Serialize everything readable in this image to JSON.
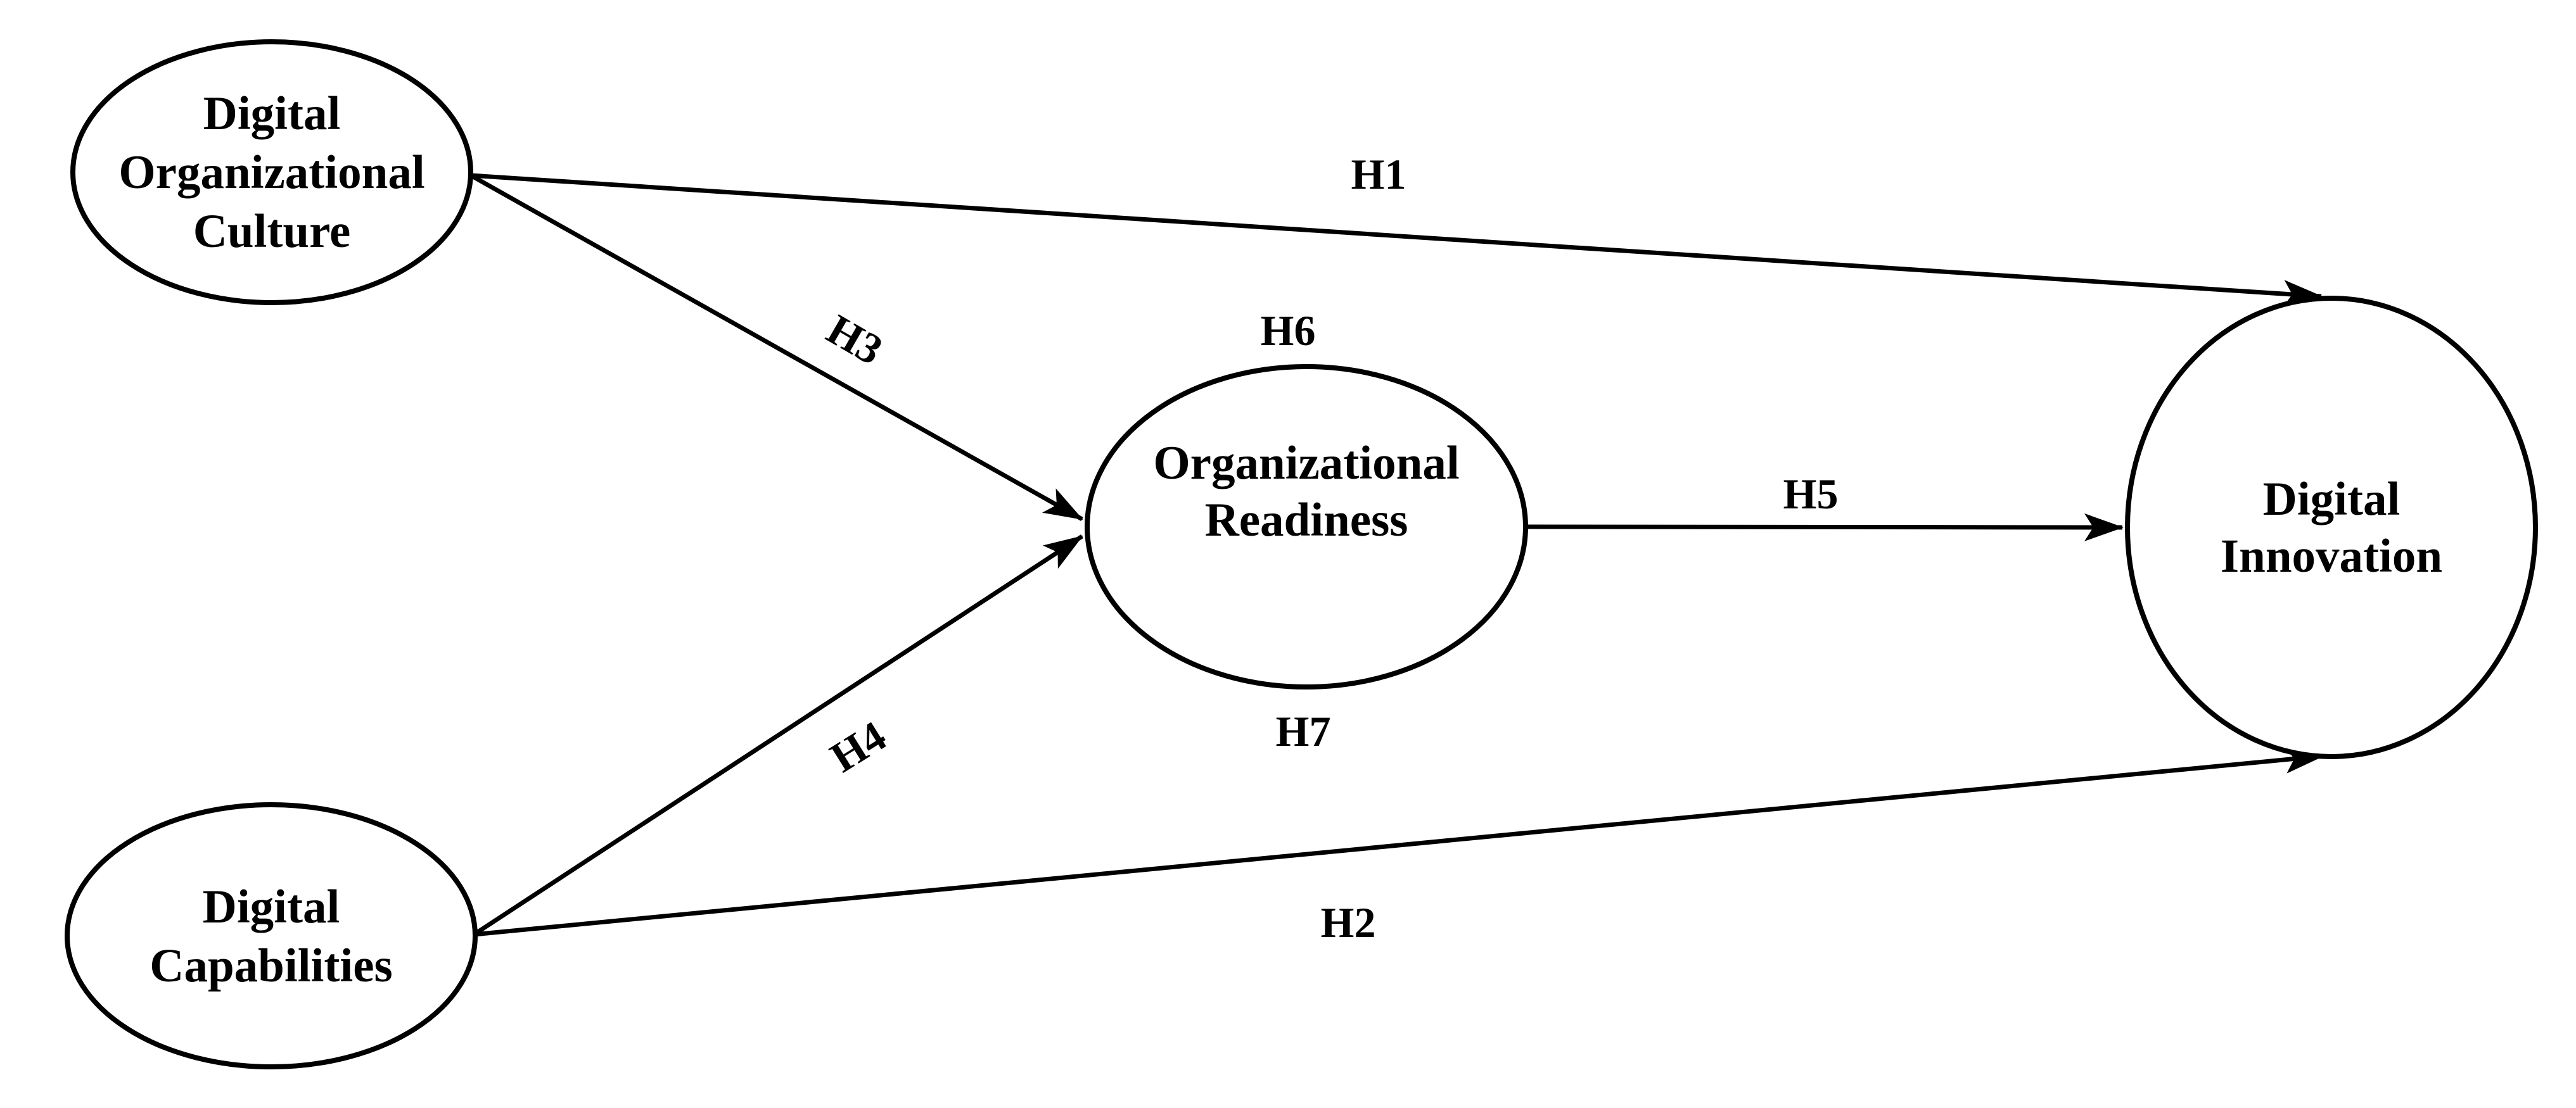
{
  "diagram": {
    "type": "hypothesis-path-model",
    "background_color": "#ffffff",
    "shape_stroke_color": "#000000",
    "text_color": "#000000",
    "nodes": [
      {
        "name": "digital-organizational-culture",
        "shape": "ellipse",
        "label_lines": [
          "Digital",
          "Organizational",
          "Culture"
        ]
      },
      {
        "name": "digital-capabilities",
        "shape": "ellipse",
        "label_lines": [
          "Digital",
          "Capabilities"
        ]
      },
      {
        "name": "organizational-readiness",
        "shape": "ellipse",
        "label_lines": [
          "Organizational",
          "Readiness"
        ]
      },
      {
        "name": "digital-innovation",
        "shape": "ellipse",
        "label_lines": [
          "Digital",
          "Innovation"
        ]
      }
    ],
    "paths": [
      {
        "label": "H1",
        "from": "Digital Organizational Culture",
        "to": "Digital Innovation"
      },
      {
        "label": "H2",
        "from": "Digital Capabilities",
        "to": "Digital Innovation"
      },
      {
        "label": "H3",
        "from": "Digital Organizational Culture",
        "to": "Organizational Readiness"
      },
      {
        "label": "H4",
        "from": "Digital Capabilities",
        "to": "Organizational Readiness"
      },
      {
        "label": "H5",
        "from": "Organizational Readiness",
        "to": "Digital Innovation"
      }
    ],
    "floating_labels": [
      {
        "label": "H6",
        "position": "above Organizational Readiness"
      },
      {
        "label": "H7",
        "position": "below Organizational Readiness"
      }
    ]
  }
}
